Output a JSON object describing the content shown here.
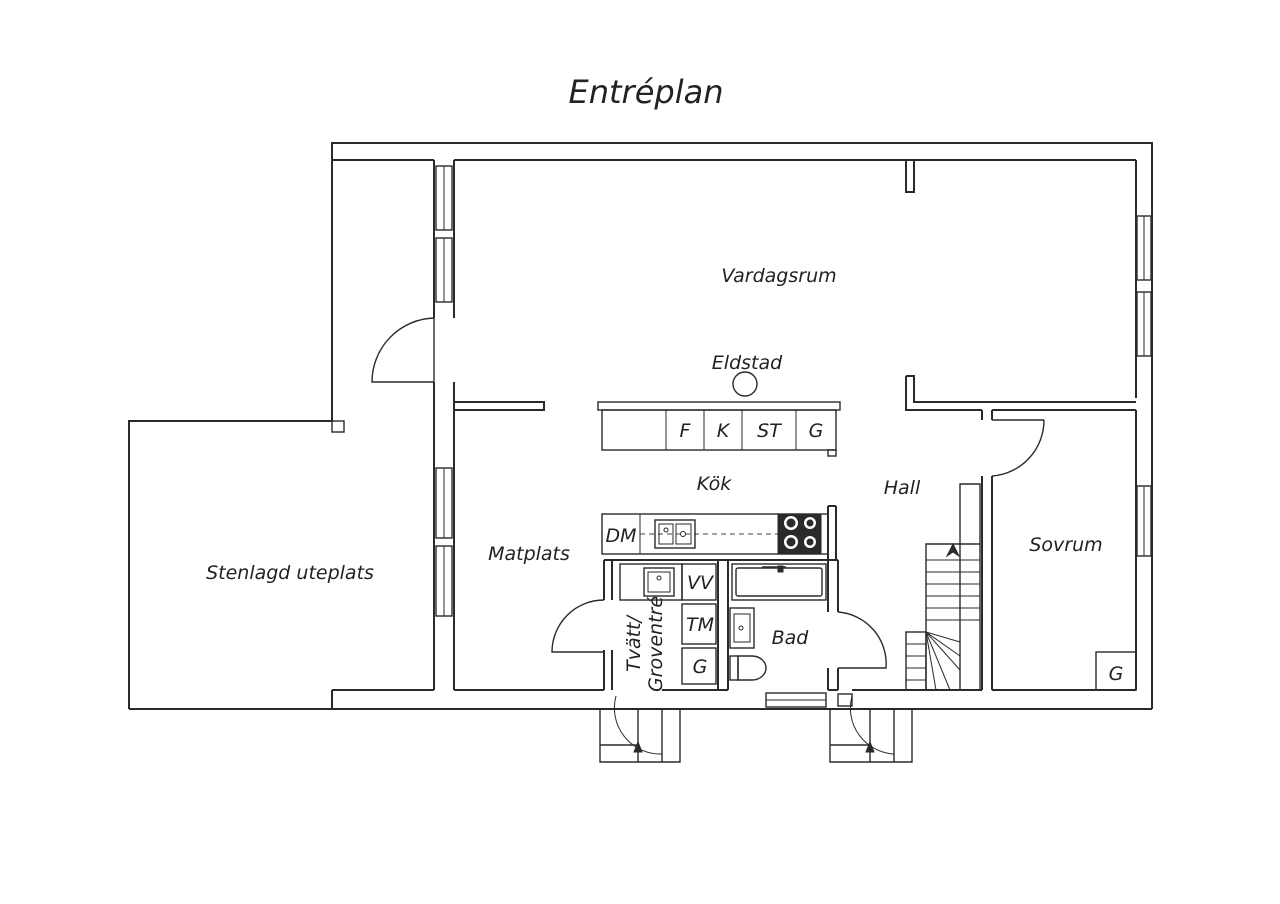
{
  "floor_plan": {
    "title": "Entréplan",
    "rooms": {
      "vardagsrum": "Vardagsrum",
      "eldstad": "Eldstad",
      "kok": "Kök",
      "hall": "Hall",
      "sovrum": "Sovrum",
      "matplats": "Matplats",
      "uteplats": "Stenlagd uteplats",
      "bad": "Bad",
      "tvatt_line1": "Tvätt/",
      "tvatt_line2": "Groventré"
    },
    "appliances": {
      "f": "F",
      "k": "K",
      "st": "ST",
      "g_island": "G",
      "dm": "DM",
      "vv": "VV",
      "tm": "TM",
      "g_laundry": "G",
      "g_bedroom": "G"
    }
  }
}
